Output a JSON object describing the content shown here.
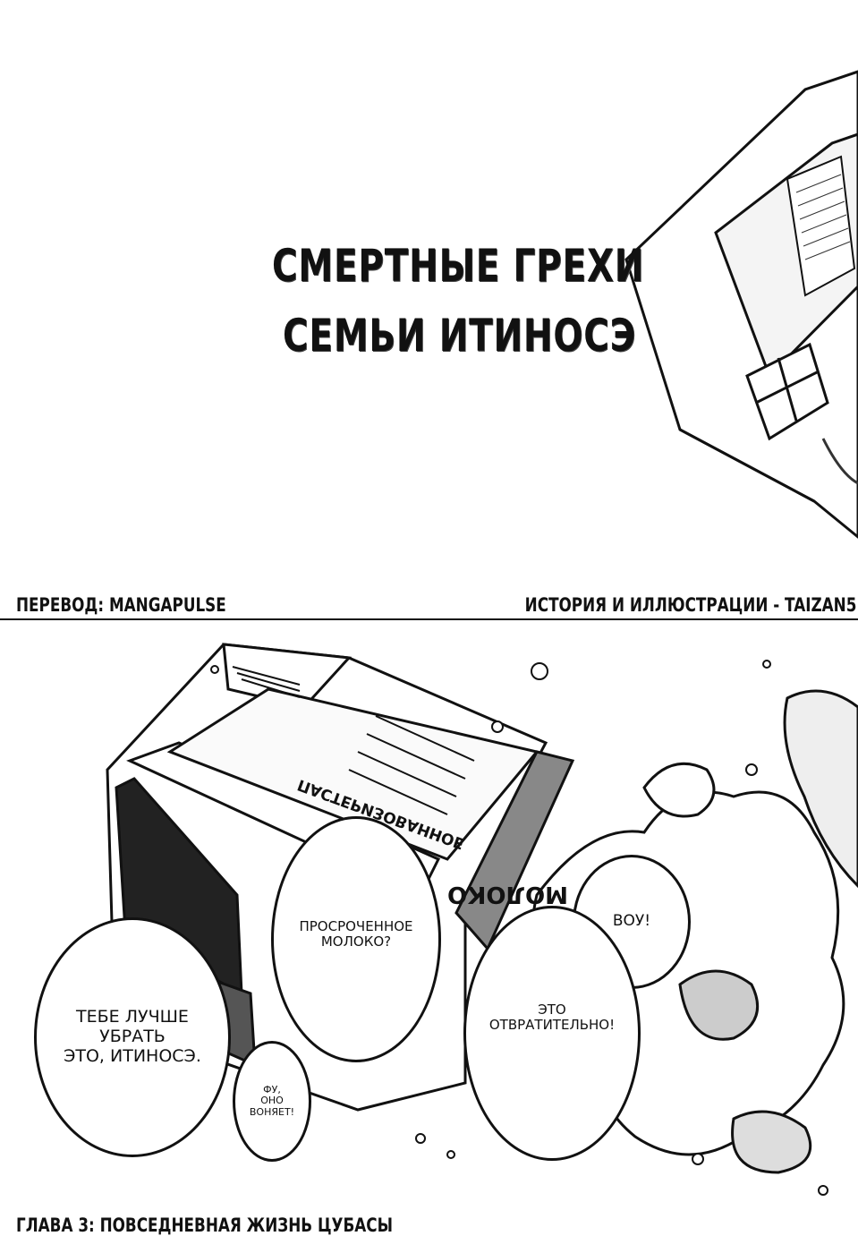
{
  "title": {
    "line1": "СМЕРТНЫЕ ГРЕХИ",
    "line2": "СЕМЬИ ИТИНОСЭ"
  },
  "credits": {
    "translation": "ПЕРЕВОД: MANGAPULSE",
    "author": "ИСТОРИЯ И ИЛЛЮСТРАЦИИ - TAIZAN5"
  },
  "carton": {
    "label_pasteurized": "ПАСТЕРИЗОВАННОЕ",
    "label_milk": "МОЛОКО"
  },
  "bubbles": [
    {
      "text": [
        "ТЕБЕ ЛУЧШЕ",
        "УБРАТЬ",
        "ЭТО, ИТИНОСЭ."
      ]
    },
    {
      "text": [
        "ФУ,",
        "ОНО",
        "ВОНЯЕТ!"
      ]
    },
    {
      "text": [
        "ПРОСРОЧЕННОЕ",
        "МОЛОКО?"
      ]
    },
    {
      "text": [
        "ВОУ!"
      ]
    },
    {
      "text": [
        "ЭТО",
        "ОТВРАТИТЕЛЬНО!"
      ]
    }
  ],
  "chapter": "ГЛАВА 3: ПОВСЕДНЕВНАЯ ЖИЗНЬ ЦУБАСЫ"
}
